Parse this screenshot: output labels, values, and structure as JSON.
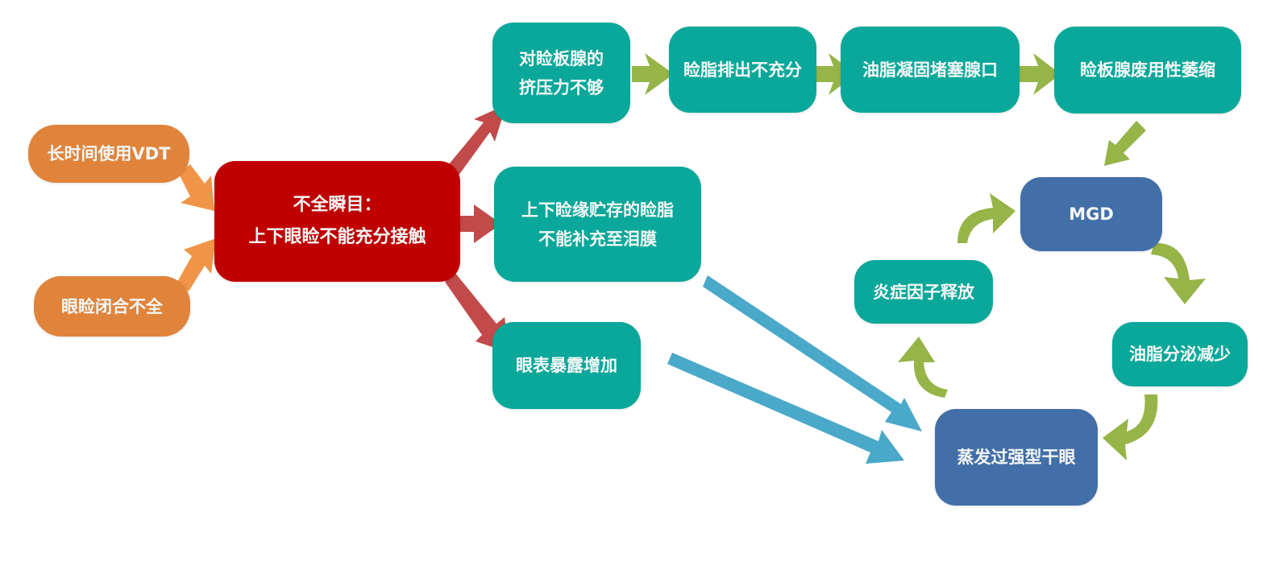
{
  "diagram": {
    "colors": {
      "cause": "#e0843c",
      "core": "#c00000",
      "process": "#0aa89a",
      "outcome": "#436fa8",
      "arrow_red": "#c24a4a",
      "arrow_orange": "#f09548",
      "arrow_green": "#96b448",
      "arrow_blue": "#4aa8c8"
    },
    "nodes": {
      "vdt": "长时间使用VDT",
      "lid_closure": "眼睑闭合不全",
      "incomplete_blink": "不全瞬目：\n上下眼睑不能充分接触",
      "pressure": "对睑板腺的\n挤压力不够",
      "meibum_not_expressed": "睑脂排出不充分",
      "oil_blockage": "油脂凝固堵塞腺口",
      "gland_atrophy": "睑板腺废用性萎缩",
      "meibum_not_replenished": "上下睑缘贮存的睑脂\n不能补充至泪膜",
      "exposure": "眼表暴露增加",
      "mgd": "MGD",
      "inflammation": "炎症因子释放",
      "oil_secretion": "油脂分泌减少",
      "evaporative_dry_eye": "蒸发过强型干眼"
    },
    "edges": [
      {
        "from": "vdt",
        "to": "incomplete_blink"
      },
      {
        "from": "lid_closure",
        "to": "incomplete_blink"
      },
      {
        "from": "incomplete_blink",
        "to": "pressure"
      },
      {
        "from": "incomplete_blink",
        "to": "meibum_not_replenished"
      },
      {
        "from": "incomplete_blink",
        "to": "exposure"
      },
      {
        "from": "pressure",
        "to": "meibum_not_expressed"
      },
      {
        "from": "meibum_not_expressed",
        "to": "oil_blockage"
      },
      {
        "from": "oil_blockage",
        "to": "gland_atrophy"
      },
      {
        "from": "gland_atrophy",
        "to": "mgd"
      },
      {
        "from": "mgd",
        "to": "oil_secretion"
      },
      {
        "from": "oil_secretion",
        "to": "evaporative_dry_eye"
      },
      {
        "from": "evaporative_dry_eye",
        "to": "inflammation"
      },
      {
        "from": "inflammation",
        "to": "mgd"
      },
      {
        "from": "meibum_not_replenished",
        "to": "evaporative_dry_eye"
      },
      {
        "from": "exposure",
        "to": "evaporative_dry_eye"
      }
    ]
  }
}
